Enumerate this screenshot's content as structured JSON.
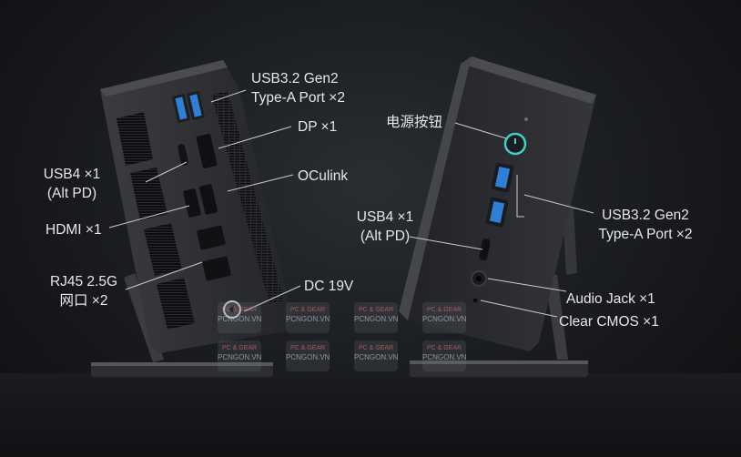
{
  "left_labels": {
    "usb32": [
      "USB3.2 Gen2",
      "Type-A Port ×2"
    ],
    "dp": "DP ×1",
    "oculink": "OCulink",
    "usb4": [
      "USB4 ×1",
      "(Alt PD)"
    ],
    "hdmi": "HDMI ×1",
    "rj45": [
      "RJ45 2.5G",
      "网口 ×2"
    ],
    "dc": "DC 19V"
  },
  "right_labels": {
    "power": "电源按钮",
    "usb4": [
      "USB4 ×1",
      "(Alt PD)"
    ],
    "usb32": [
      "USB3.2 Gen2",
      "Type-A Port ×2"
    ],
    "audio": "Audio Jack ×1",
    "cmos": "Clear CMOS ×1"
  },
  "watermark": {
    "brand": "PC & GEAR",
    "site": "PCNGON.VN"
  },
  "colors": {
    "background": "#17191c",
    "device": "#2b2d31",
    "port_blue": "#2f7fd6",
    "power_ring": "#3fd0c8"
  }
}
